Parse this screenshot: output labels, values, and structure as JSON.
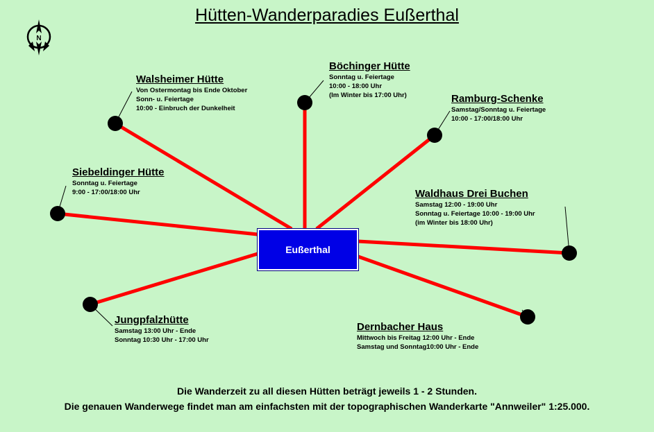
{
  "title": "Hütten-Wanderparadies Eußerthal",
  "compass": {
    "icon": "compass-icon",
    "letter": "N"
  },
  "center": "Eußerthal",
  "colors": {
    "background": "#c8f5c8",
    "connector": "#ff0000",
    "center_box": "#0000e6",
    "node": "#000000"
  },
  "huts": [
    {
      "id": "walsheimer",
      "name": "Walsheimer Hütte",
      "lines": [
        "Von Ostermontag bis Ende Oktober",
        "Sonn- u. Feiertage",
        "10:00 - Einbruch der Dunkelheit"
      ]
    },
    {
      "id": "boechinger",
      "name": "Böchinger Hütte",
      "lines": [
        "Sonntag u. Feiertage",
        "10:00 - 18:00 Uhr",
        "(Im Winter bis 17:00 Uhr)"
      ]
    },
    {
      "id": "ramburg",
      "name": "Ramburg-Schenke",
      "lines": [
        "Samstag/Sonntag u. Feiertage",
        "10:00 - 17:00/18:00 Uhr"
      ]
    },
    {
      "id": "siebeldinger",
      "name": "Siebeldinger Hütte",
      "lines": [
        "Sonntag u. Feiertage",
        "9:00 - 17:00/18:00 Uhr"
      ]
    },
    {
      "id": "waldhaus",
      "name": "Waldhaus Drei Buchen",
      "lines": [
        "Samstag 12:00 - 19:00 Uhr",
        "Sonntag u. Feiertage 10:00 - 19:00 Uhr",
        "(im Winter bis 18:00 Uhr)"
      ]
    },
    {
      "id": "jungpfalz",
      "name": "Jungpfalzhütte",
      "lines": [
        "Samstag 13:00 Uhr - Ende",
        "Sonntag 10:30 Uhr - 17:00 Uhr"
      ]
    },
    {
      "id": "dernbacher",
      "name": "Dernbacher Haus",
      "lines": [
        "Mittwoch bis Freitag 12:00 Uhr - Ende",
        "Samstag und Sonntag10:00 Uhr - Ende"
      ]
    }
  ],
  "footer": [
    "Die Wanderzeit zu all diesen Hütten beträgt jeweils 1 - 2 Stunden.",
    "Die genauen Wanderwege findet man am einfachsten mit der topographischen Wanderkarte \"Annweiler\" 1:25.000."
  ]
}
